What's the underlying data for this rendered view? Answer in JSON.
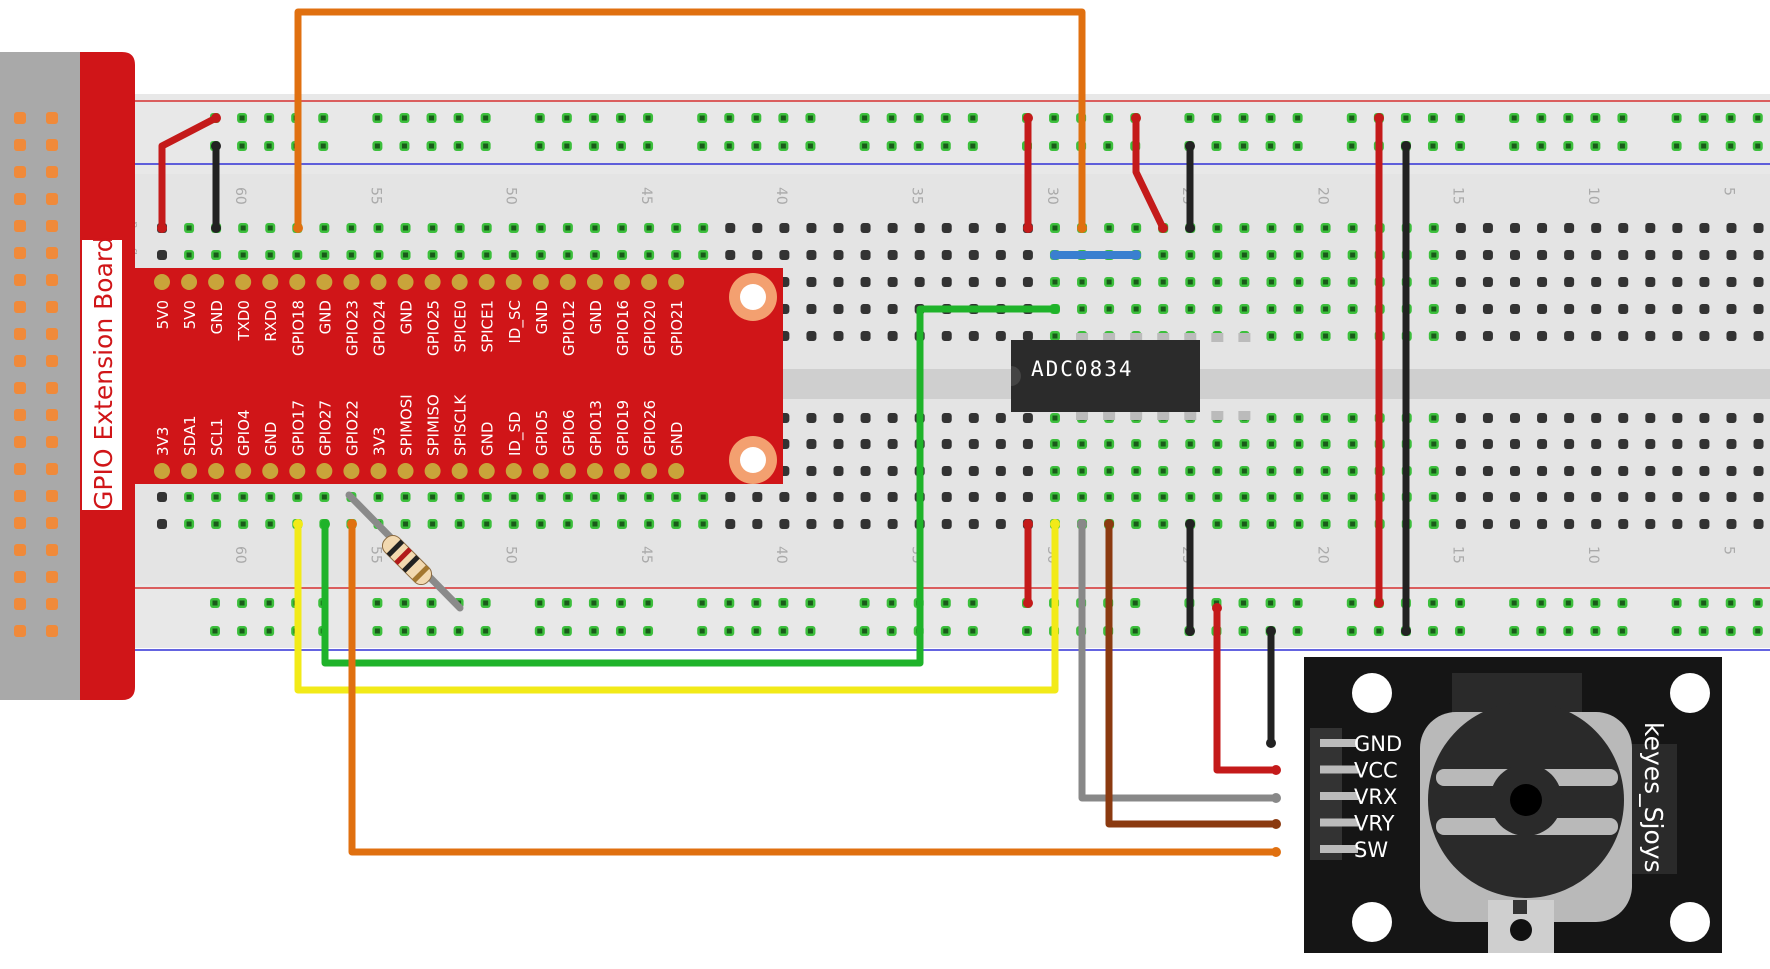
{
  "extension_board": {
    "title": "GPIO Extension Board",
    "top_pins": [
      "5V0",
      "5V0",
      "GND",
      "TXD0",
      "RXD0",
      "GPIO18",
      "GND",
      "GPIO23",
      "GPIO24",
      "GND",
      "GPIO25",
      "SPICE0",
      "SPICE1",
      "ID_SC",
      "GND",
      "GPIO12",
      "GND",
      "GPIO16",
      "GPIO20",
      "GPIO21"
    ],
    "bottom_pins": [
      "3V3",
      "SDA1",
      "SCL1",
      "GPIO4",
      "GND",
      "GPIO17",
      "GPIO27",
      "GPIO22",
      "3V3",
      "SPIMOSI",
      "SPIMISO",
      "SPISCLK",
      "GND",
      "ID_SD",
      "GPIO5",
      "GPIO6",
      "GPIO13",
      "GPIO19",
      "GPIO26",
      "GND"
    ]
  },
  "breadboard": {
    "column_numbers": [
      "60",
      "55",
      "50",
      "45",
      "40",
      "35",
      "30",
      "25",
      "20",
      "15",
      "10",
      "5"
    ],
    "row_labels_top": [
      "a",
      "b"
    ]
  },
  "chip": {
    "label": "ADC0834"
  },
  "joystick": {
    "name": "keyes_Sjoys",
    "pins": [
      "GND",
      "VCC",
      "VRX",
      "VRY",
      "SW"
    ]
  },
  "colors": {
    "board_red": "#d01518",
    "header_gray": "#a9a9a9",
    "pin_gold": "#c9a43a",
    "wire_orange": "#e07010",
    "wire_red": "#c41a1a",
    "wire_black": "#222222",
    "wire_green": "#1fb32a",
    "wire_yellow": "#f2ea18",
    "wire_gray": "#888888",
    "wire_brown": "#8b3a10",
    "wire_blue": "#3a7fd0",
    "hole_green": "#3cbf3c",
    "hole_dark": "#333333"
  }
}
